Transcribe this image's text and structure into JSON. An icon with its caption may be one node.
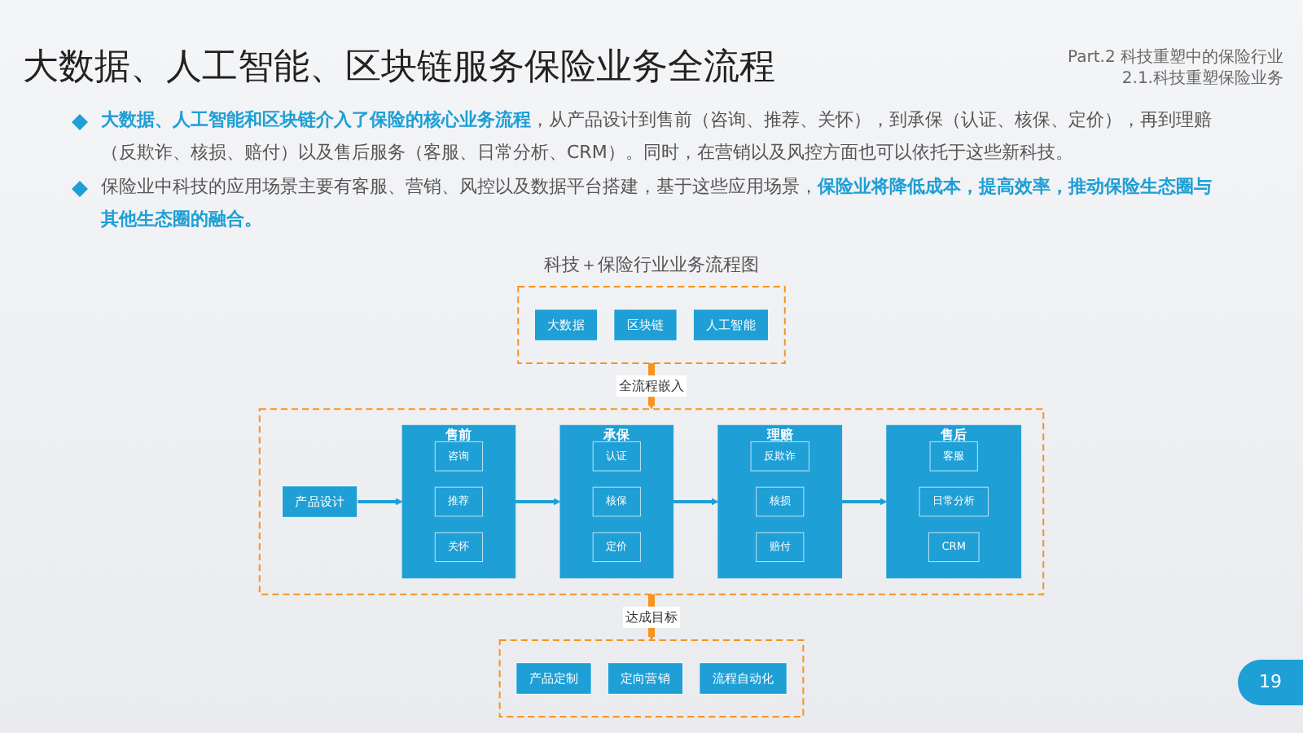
{
  "diagram": {
    "title": "大数据、人工智能、区块链服务保险业务全流程",
    "nodes": [
      {
        "text": [],
        "shape": "box"
      },
      {
        "text": [
          "大数据"
        ],
        "in": 0
      },
      {
        "text": [
          "区块链"
        ],
        "in": 0
      },
      {
        "text": [
          "人工智能"
        ],
        "in": 0
      },
      {
        "text": [],
        "shape": "box"
      },
      {
        "text": [
          "产品设计"
        ],
        "in": 4
      },
      {
        "text": [
          "售前"
        ],
        "in": 4
      },
      {
        "text": [
          "咨询"
        ],
        "in": 6
      },
      {
        "text": [
          "推荐"
        ],
        "in": 6
      },
      {
        "text": [
          "关怀"
        ],
        "in": 6
      },
      {
        "text": [
          "承保"
        ],
        "in": 4
      },
      {
        "text": [
          "认证"
        ],
        "in": 10
      },
      {
        "text": [
          "核保"
        ],
        "in": 10
      },
      {
        "text": [
          "定价"
        ],
        "in": 10
      },
      {
        "text": [
          "理赔"
        ],
        "in": 4
      },
      {
        "text": [
          "反欺诈"
        ],
        "in": 14
      },
      {
        "text": [
          "核损"
        ],
        "in": 14
      },
      {
        "text": [
          "赔付"
        ],
        "in": 14
      },
      {
        "text": [
          "售后"
        ],
        "in": 4
      },
      {
        "text": [
          "客服"
        ],
        "in": 18
      },
      {
        "text": [
          "日常分析"
        ],
        "in": 18
      },
      {
        "text": [
          "CRM"
        ],
        "in": 18
      },
      {
        "text": [],
        "shape": "box"
      },
      {
        "text": [
          "产品定制"
        ],
        "in": 22
      },
      {
        "text": [
          "定向营销"
        ],
        "in": 22
      },
      {
        "text": [
          "流程自动化"
        ],
        "in": 22
      }
    ],
    "edges": [
      {
        "from": 0,
        "to": 4,
        "arrow": "to",
        "label": "全流程嵌入",
        "style": "thick",
        "color": "#f7931e"
      },
      {
        "from": 5,
        "to": 6,
        "arrow": "to"
      },
      {
        "from": 6,
        "to": 10,
        "arrow": "to"
      },
      {
        "from": 10,
        "to": 14,
        "arrow": "to"
      },
      {
        "from": 14,
        "to": 18,
        "arrow": "to"
      },
      {
        "from": 4,
        "to": 22,
        "arrow": "to",
        "label": "达成目标",
        "style": "thick",
        "color": "#f7931e"
      }
    ],
    "labels": [
      "Part.2 科技重塑中的保险行业",
      "2.1.科技重塑保险业务",
      "**大数据、人工智能和区块链介入了保险的核心业务流程**，从产品设计到售前（咨询、推荐、关怀），到承保（认证、核保、定价），再到理赔（反欺诈、核损、赔付）以及售后服务（客服、日常分析、CRM）。同时，在营销以及风控方面也可以依托于这些新科技。",
      "保险业中科技的应用场景主要有客服、营销、风控以及数据平台搭建，基于这些应用场景，**保险业将降低成本，提高效率，推动保险生态圈与其他生态圈的融合。**",
      "科技＋保险行业业务流程图",
      "19"
    ]
  }
}
